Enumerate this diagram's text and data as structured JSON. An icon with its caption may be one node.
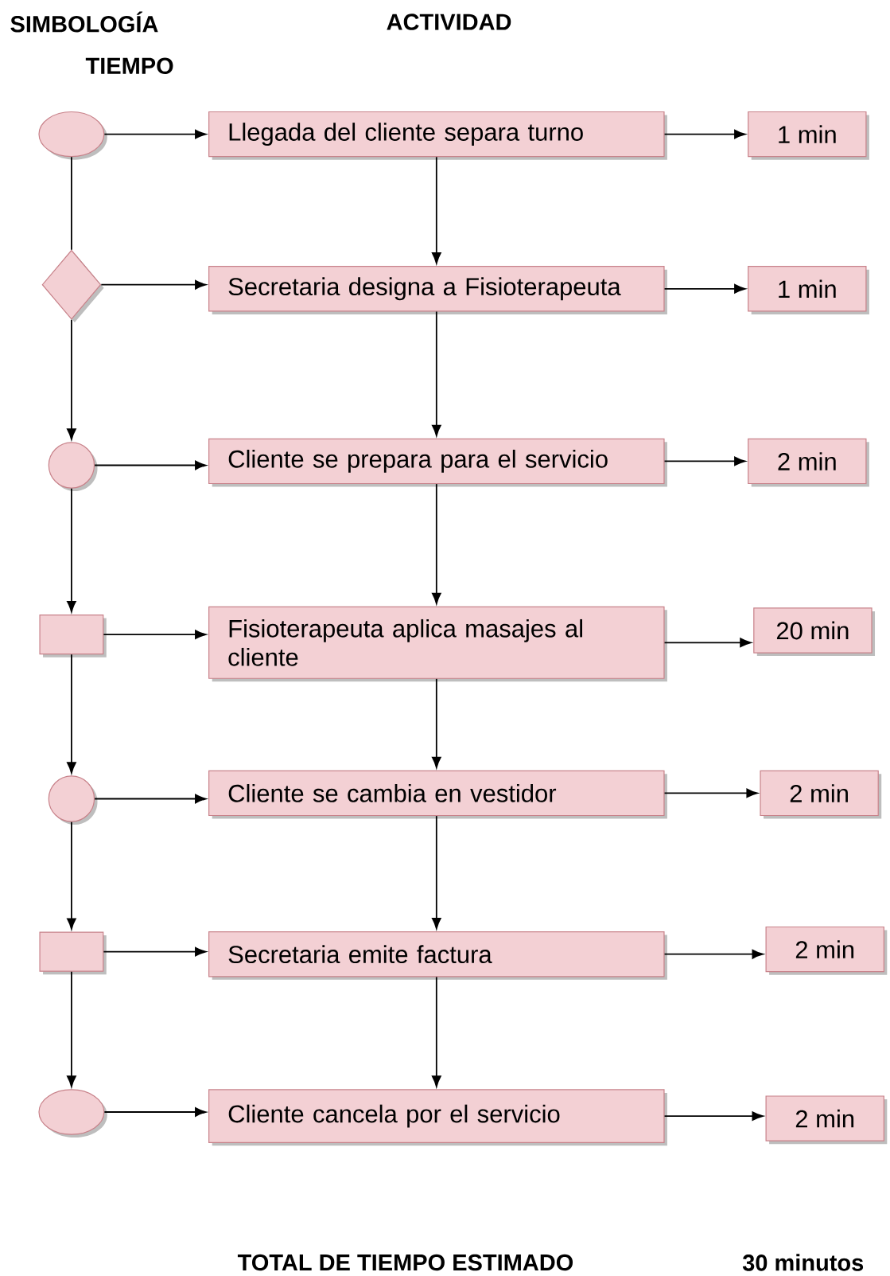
{
  "diagram": {
    "nodes": [
      {
        "text": [],
        "shape": "ellipse"
      },
      {
        "text": [
          "Llegada del cliente separa turno"
        ]
      },
      {
        "text": [
          "1 min"
        ]
      },
      {
        "text": [],
        "shape": "diamond"
      },
      {
        "text": [
          "Secretaria designa a Fisioterapeuta"
        ]
      },
      {
        "text": [
          "1 min"
        ]
      },
      {
        "text": [],
        "shape": "circle"
      },
      {
        "text": [
          "Cliente se prepara para el servicio"
        ]
      },
      {
        "text": [
          "2 min"
        ]
      },
      {
        "text": [],
        "shape": "box"
      },
      {
        "text": [
          "Fisioterapeuta aplica masajes al cliente"
        ]
      },
      {
        "text": [
          "20 min"
        ]
      },
      {
        "text": [],
        "shape": "circle"
      },
      {
        "text": [
          "Cliente se cambia en vestidor"
        ]
      },
      {
        "text": [
          "2 min"
        ]
      },
      {
        "text": [],
        "shape": "box"
      },
      {
        "text": [
          "Secretaria emite factura"
        ]
      },
      {
        "text": [
          "2 min"
        ]
      },
      {
        "text": [],
        "shape": "ellipse"
      },
      {
        "text": [
          "Cliente cancela por el servicio"
        ]
      },
      {
        "text": [
          "2 min"
        ]
      }
    ],
    "edges": [
      {
        "from": 0,
        "to": 1,
        "arrow": "to"
      },
      {
        "from": 1,
        "to": 2,
        "arrow": "to"
      },
      {
        "from": 0,
        "to": 3,
        "arrow": "none"
      },
      {
        "from": 1,
        "to": 4,
        "arrow": "to"
      },
      {
        "from": 3,
        "to": 4,
        "arrow": "to"
      },
      {
        "from": 4,
        "to": 5,
        "arrow": "to"
      },
      {
        "from": 3,
        "to": 6,
        "arrow": "to"
      },
      {
        "from": 4,
        "to": 7,
        "arrow": "to"
      },
      {
        "from": 6,
        "to": 7,
        "arrow": "to"
      },
      {
        "from": 7,
        "to": 8,
        "arrow": "to"
      },
      {
        "from": 6,
        "to": 9,
        "arrow": "to"
      },
      {
        "from": 7,
        "to": 10,
        "arrow": "to"
      },
      {
        "from": 9,
        "to": 10,
        "arrow": "to"
      },
      {
        "from": 10,
        "to": 11,
        "arrow": "to"
      },
      {
        "from": 9,
        "to": 12,
        "arrow": "to"
      },
      {
        "from": 10,
        "to": 13,
        "arrow": "to"
      },
      {
        "from": 12,
        "to": 13,
        "arrow": "to"
      },
      {
        "from": 13,
        "to": 14,
        "arrow": "to"
      },
      {
        "from": 12,
        "to": 15,
        "arrow": "to"
      },
      {
        "from": 13,
        "to": 16,
        "arrow": "to"
      },
      {
        "from": 15,
        "to": 16,
        "arrow": "to"
      },
      {
        "from": 16,
        "to": 17,
        "arrow": "to"
      },
      {
        "from": 15,
        "to": 18,
        "arrow": "to"
      },
      {
        "from": 16,
        "to": 19,
        "arrow": "to"
      },
      {
        "from": 18,
        "to": 19,
        "arrow": "to"
      },
      {
        "from": 19,
        "to": 20,
        "arrow": "to"
      }
    ],
    "labels": [
      "SIMBOLOGÍA",
      "ACTIVIDAD",
      "TIEMPO",
      "TOTAL DE TIEMPO ESTIMADO",
      "30 minutos"
    ]
  }
}
